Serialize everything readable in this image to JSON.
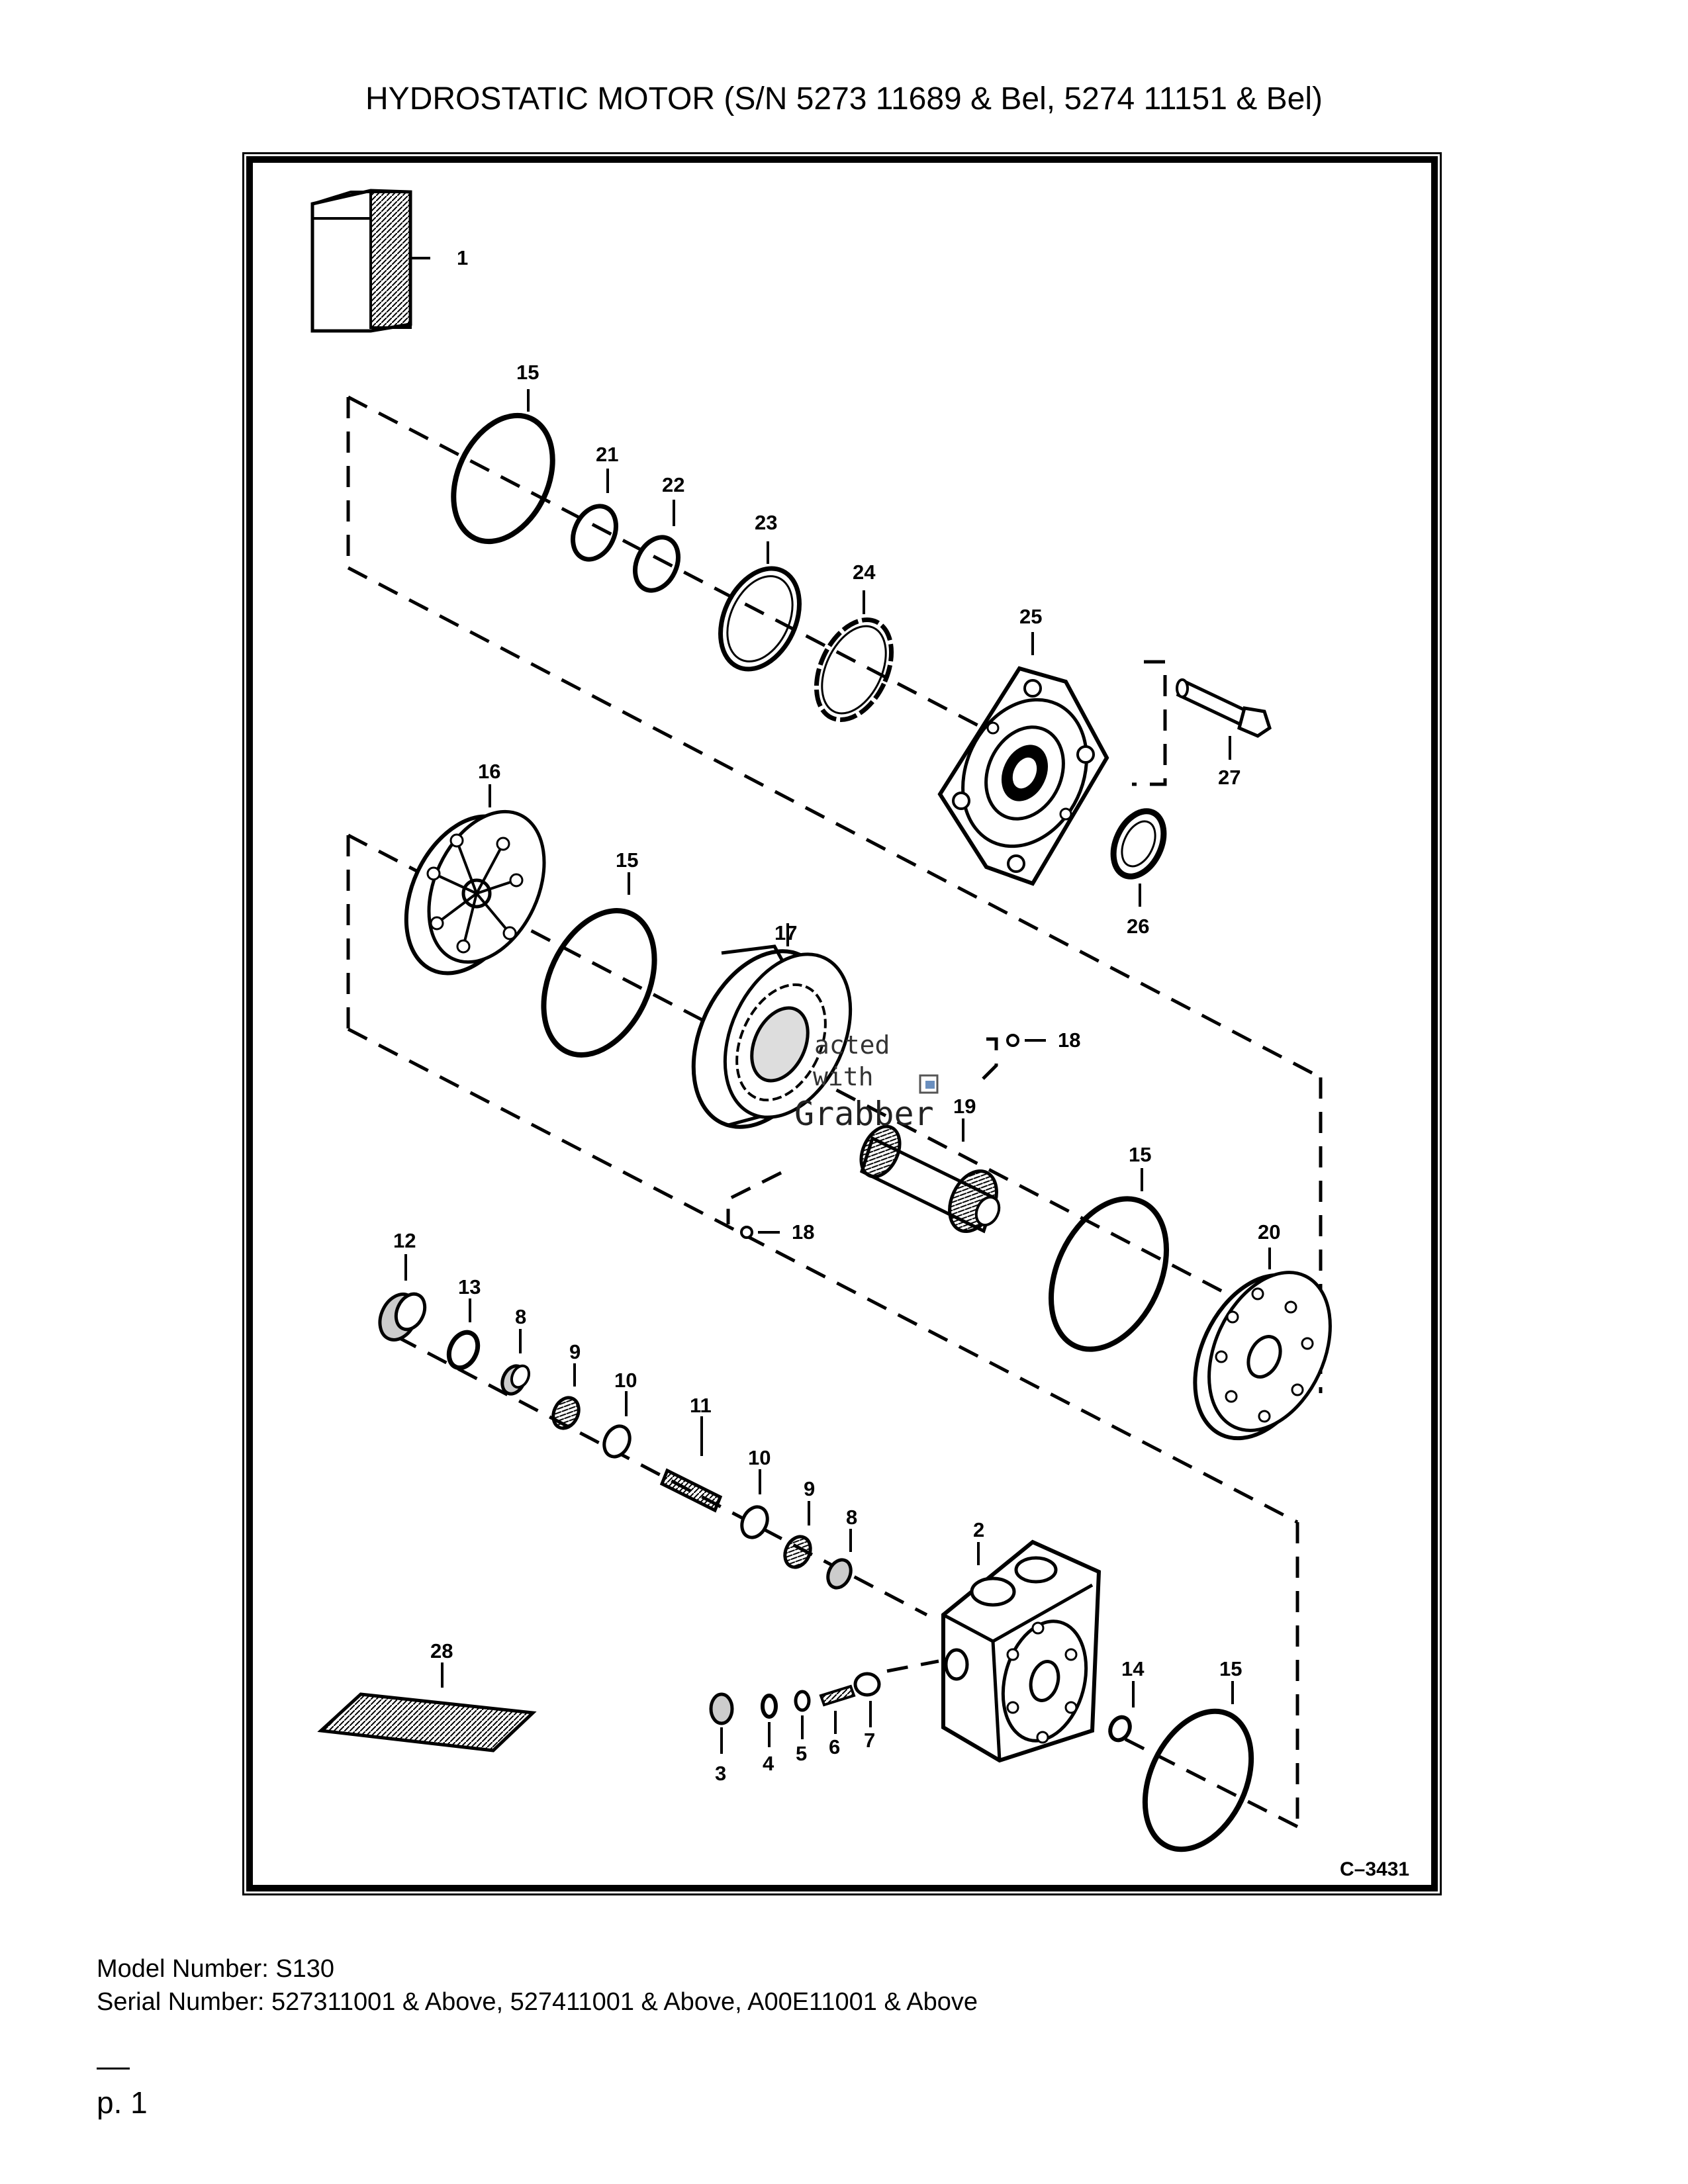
{
  "page_title": "HYDROSTATIC MOTOR (S/N 5273 11689 & Bel, 5274 11151 & Bel)",
  "diagram_code": "C–3431",
  "callouts": {
    "c1": "1",
    "c2": "2",
    "c3": "3",
    "c4": "4",
    "c5": "5",
    "c6": "6",
    "c7": "7",
    "c8a": "8",
    "c8b": "8",
    "c9a": "9",
    "c9b": "9",
    "c10a": "10",
    "c10b": "10",
    "c11": "11",
    "c12": "12",
    "c13": "13",
    "c14": "14",
    "c15a": "15",
    "c15b": "15",
    "c15c": "15",
    "c15d": "15",
    "c16": "16",
    "c17": "17",
    "c18a": "18",
    "c18b": "18",
    "c19": "19",
    "c20": "20",
    "c21": "21",
    "c22": "22",
    "c23": "23",
    "c24": "24",
    "c25": "25",
    "c26": "26",
    "c27": "27",
    "c28": "28"
  },
  "watermark": {
    "line1": "acted",
    "line2": "with",
    "line3": "Grabber"
  },
  "footer": {
    "model_number": "Model Number: S130",
    "serial_number": "Serial Number: 527311001 & Above, 527411001 & Above, A00E11001 & Above",
    "page": "p. 1"
  }
}
